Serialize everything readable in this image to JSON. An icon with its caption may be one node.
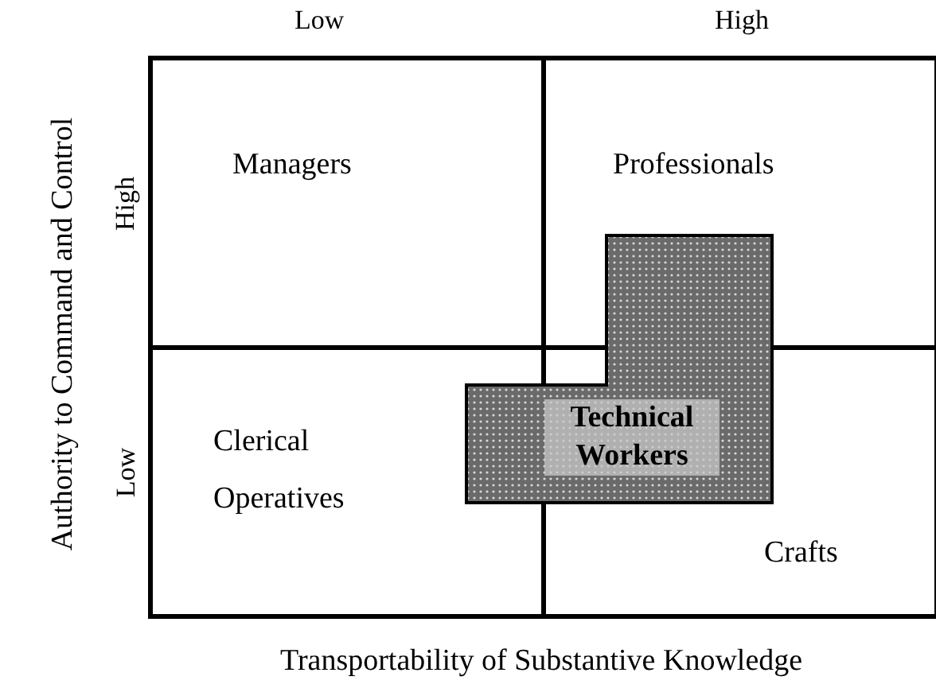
{
  "diagram": {
    "nodes": [
      {
        "text": [
          "Managers"
        ]
      },
      {
        "text": [
          "Professionals"
        ]
      },
      {
        "text": [
          "Clerical Operatives"
        ]
      },
      {
        "text": [
          "Crafts"
        ]
      },
      {
        "text": [
          "Technical Workers"
        ]
      }
    ],
    "labels": [
      "Low",
      "High",
      "High",
      "Low",
      "Authority to Command and Control",
      "Transportability of Substantive Knowledge"
    ]
  }
}
